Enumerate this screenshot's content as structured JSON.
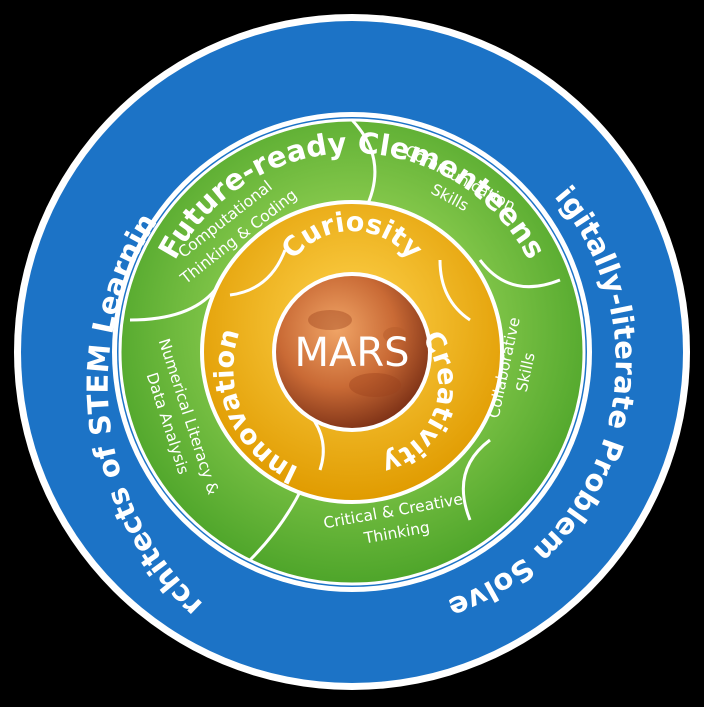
{
  "colors": {
    "background": "#000000",
    "outer_ring": "#1c73c6",
    "outer_ring_edge": "#ffffff",
    "outer_text": "#ffffff",
    "green_light": "#9fdc55",
    "green_dark": "#4ea52a",
    "yellow_light": "#ffd34d",
    "yellow_dark": "#e09b00",
    "planet_light": "#e79456",
    "planet_dark": "#8a3a1c"
  },
  "outer_ring": {
    "top": "Future-ready Clementeens",
    "right": "Digitally-literate Problem Solvers",
    "left": "Architects of STEM Learning"
  },
  "skills": {
    "computational": [
      "Computational",
      "Thinking & Coding"
    ],
    "communication": [
      "Communication",
      "Skills"
    ],
    "collaborative": [
      "Collaborative",
      "Skills"
    ],
    "critical": [
      "Critical & Creative",
      "Thinking"
    ],
    "numerical": [
      "Numerical Literacy &",
      "Data Analysis"
    ]
  },
  "values": {
    "top": "Curiosity",
    "right": "Creativity",
    "left": "Innovation"
  },
  "center": {
    "label": "MARS",
    "icon": "mars-planet-icon"
  }
}
